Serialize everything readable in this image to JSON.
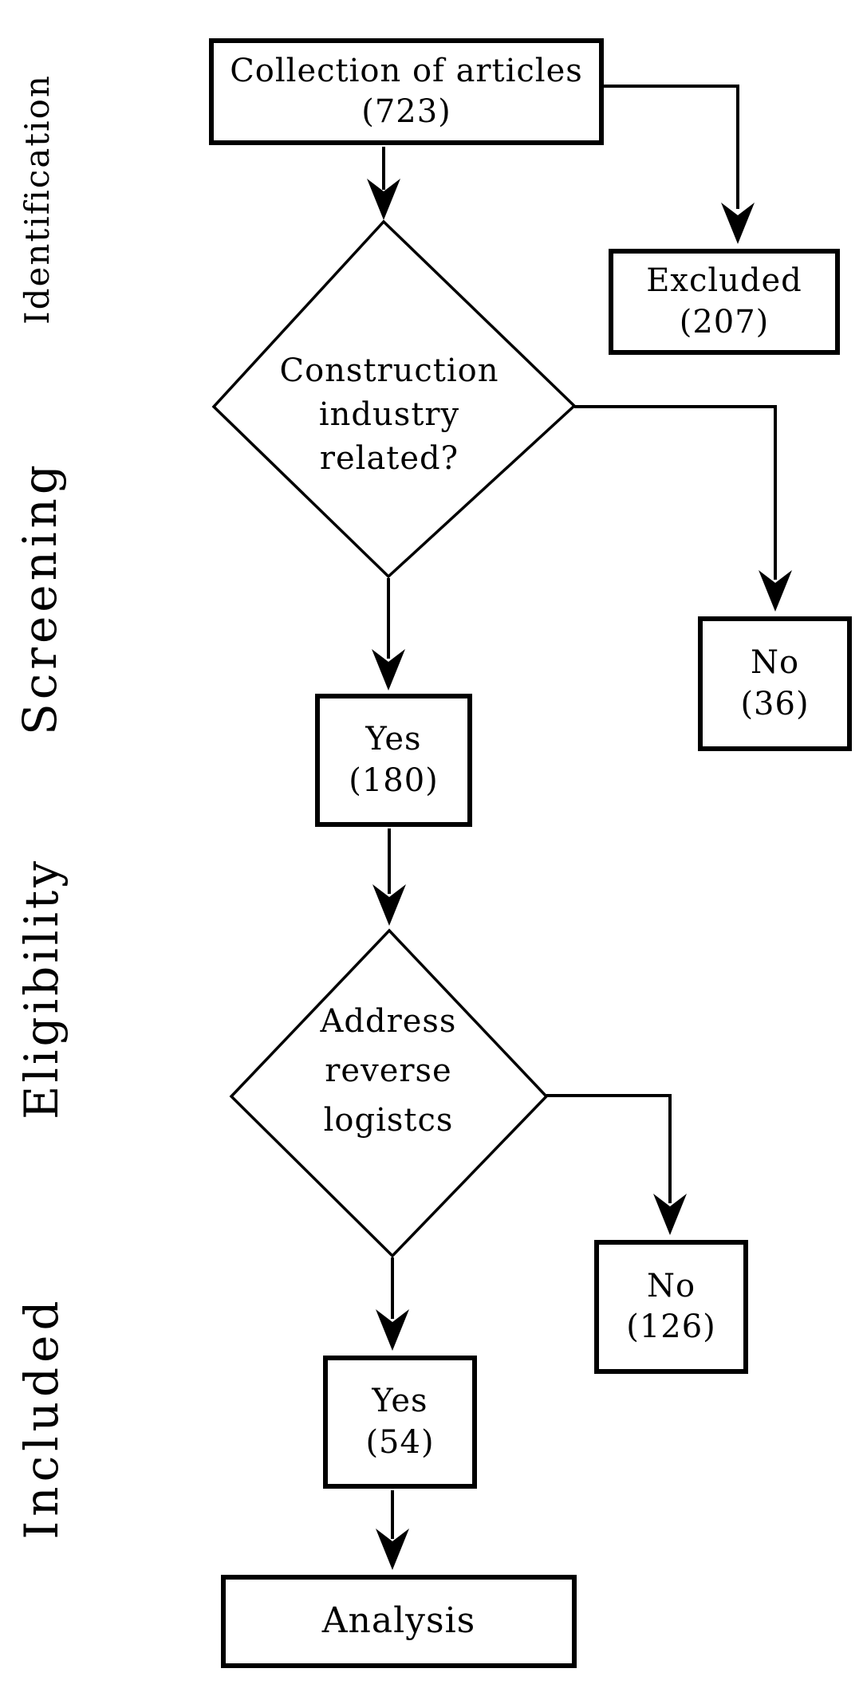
{
  "stages": [
    {
      "label": "Identification"
    },
    {
      "label": "Screening"
    },
    {
      "label": "Eligibility"
    },
    {
      "label": "Included"
    }
  ],
  "boxes": {
    "collection": {
      "label": "Collection of articles",
      "count": "(723)"
    },
    "excluded": {
      "label": "Excluded",
      "count": "(207)"
    },
    "no36": {
      "label": "No",
      "count": "(36)"
    },
    "yes180": {
      "label": "Yes",
      "count": "(180)"
    },
    "no126": {
      "label": "No",
      "count": "(126)"
    },
    "yes54": {
      "label": "Yes",
      "count": "(54)"
    },
    "analysis": {
      "label": "Analysis"
    }
  },
  "decisions": {
    "d1": {
      "lines": [
        "Construction",
        "industry",
        "related?"
      ]
    },
    "d2": {
      "lines": [
        "Address",
        "reverse",
        "logistcs"
      ]
    }
  },
  "edges": [
    {
      "from": "collection",
      "to": "d1"
    },
    {
      "from": "collection",
      "to": "excluded"
    },
    {
      "from": "d1",
      "to": "yes180"
    },
    {
      "from": "d1",
      "to": "no36"
    },
    {
      "from": "yes180",
      "to": "d2"
    },
    {
      "from": "d2",
      "to": "no126"
    },
    {
      "from": "d2",
      "to": "yes54"
    },
    {
      "from": "yes54",
      "to": "analysis"
    }
  ],
  "colors": {
    "line": "#000000",
    "fill": "#ffffff",
    "text": "#000000"
  }
}
